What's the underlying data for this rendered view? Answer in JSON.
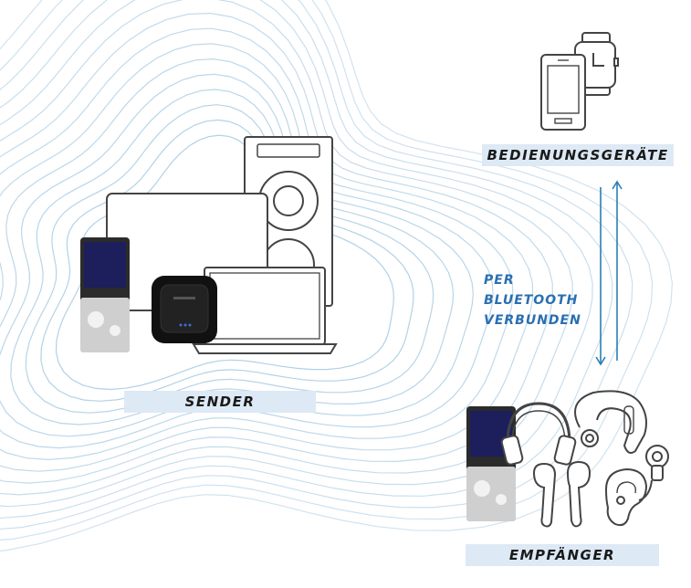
{
  "labels": {
    "bedienungsgeraete": "BEDIENUNGSGERÄTE",
    "sender": "SENDER",
    "empfaenger": "EMPFÄNGER"
  },
  "connection": {
    "line1": "PER",
    "line2": "BLUETOOTH",
    "line3": "VERBUNDEN"
  },
  "colors": {
    "wave": "#a9cce3",
    "label_bg": "#dde9f5",
    "connection_text": "#2a6fb0",
    "arrow": "#2a7fb5",
    "device_outline": "#444444"
  },
  "icons": [
    "smartphone-icon",
    "smartwatch-icon",
    "speaker-icon",
    "tablet-icon",
    "laptop-icon",
    "transmitter-icon",
    "media-player-icon",
    "headphones-icon",
    "hearing-aid-icon",
    "earbuds-icon",
    "in-ear-hearing-aid-icon"
  ]
}
